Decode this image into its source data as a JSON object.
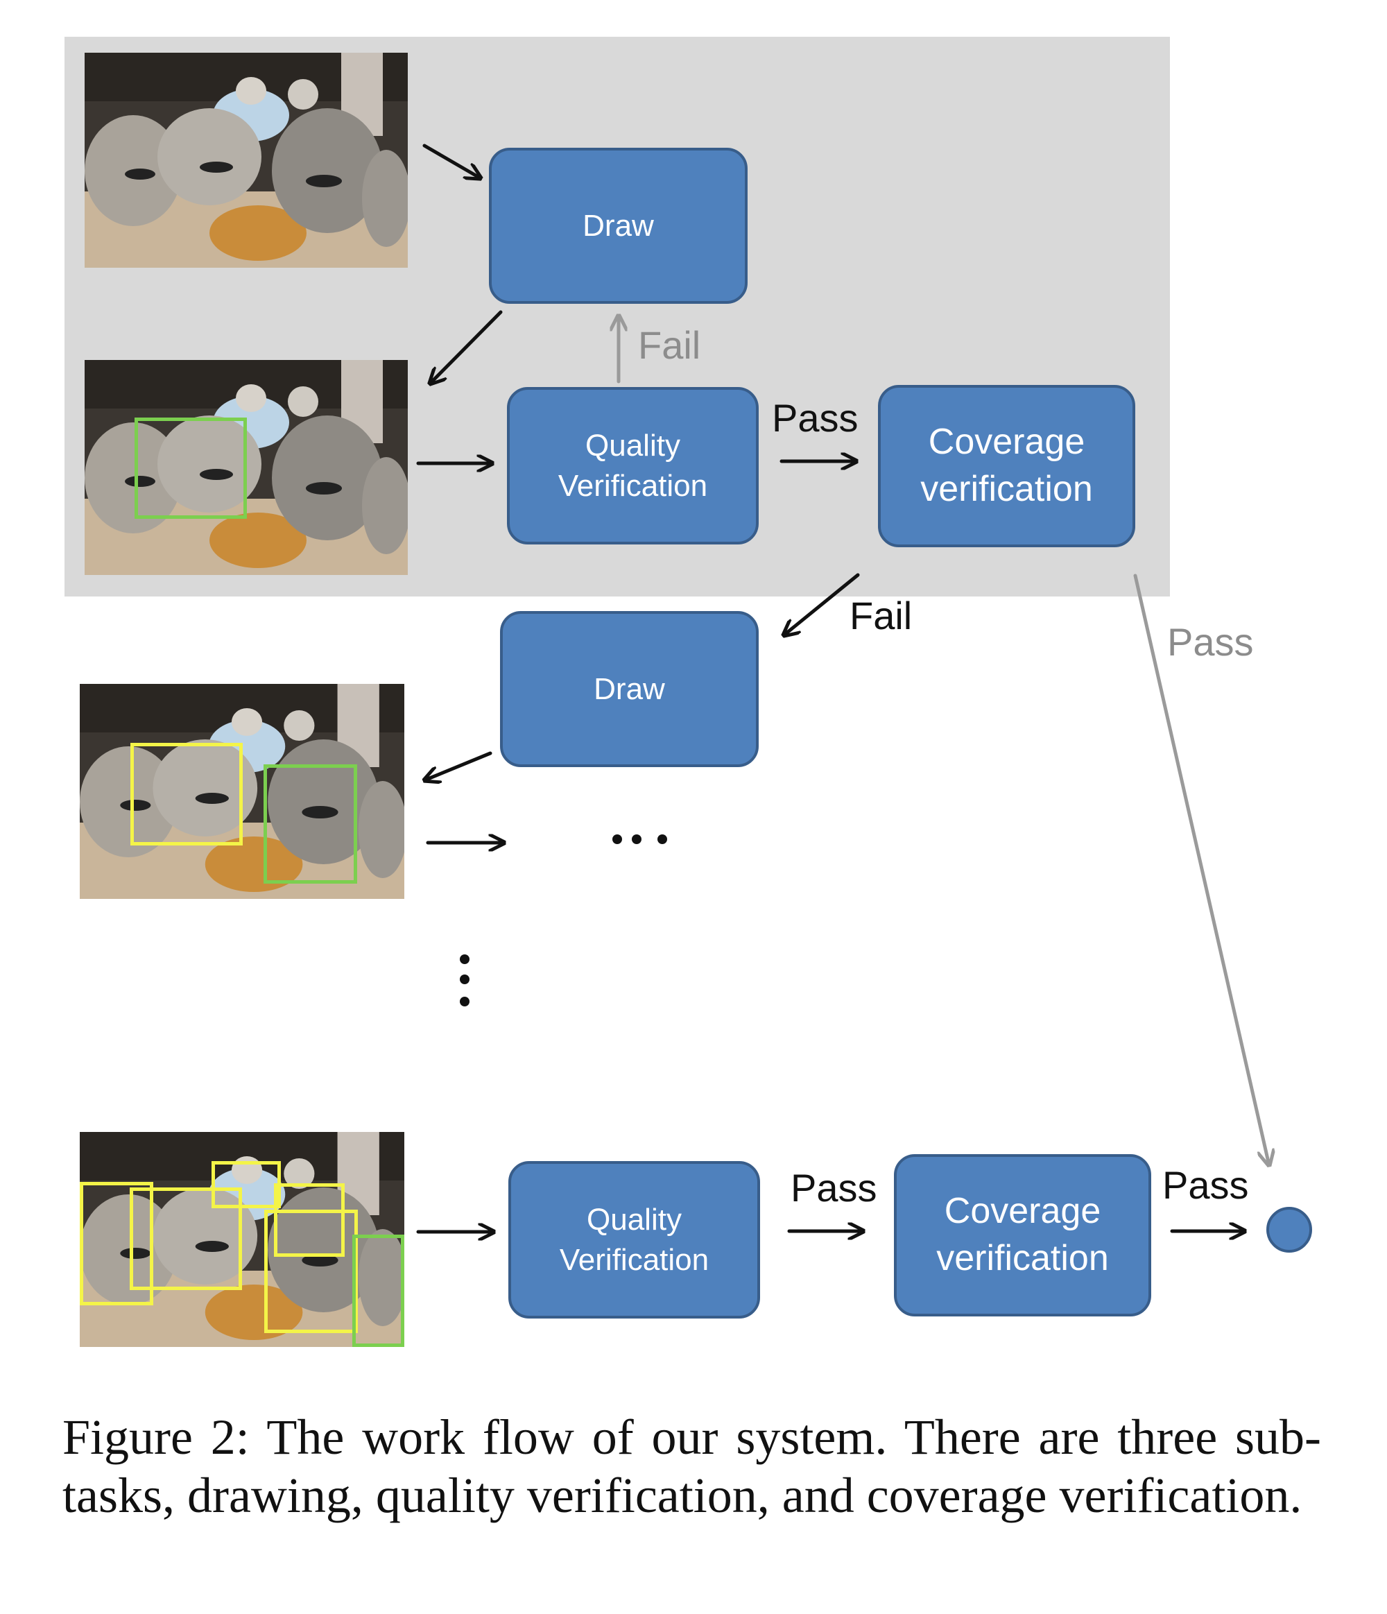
{
  "diagram": {
    "boxes": {
      "draw_top": "Draw",
      "quality_top": [
        "Quality",
        "Verification"
      ],
      "coverage_top": [
        "Coverage",
        "verification"
      ],
      "draw_mid": "Draw",
      "quality_bottom": [
        "Quality",
        "Verification"
      ],
      "coverage_bottom": [
        "Coverage",
        "verification"
      ]
    },
    "labels": {
      "fail_gray": "Fail",
      "pass_top": "Pass",
      "fail_black": "Fail",
      "pass_gray": "Pass",
      "pass_bottom_1": "Pass",
      "pass_bottom_2": "Pass"
    },
    "colors": {
      "panel": "#d9d9d9",
      "box_fill": "#4f81bd",
      "box_border": "#385d8a",
      "bbox_yellow": "#f4f448",
      "bbox_green": "#7ccf4f",
      "arrow_black": "#111111",
      "arrow_gray": "#9a9a9a"
    }
  },
  "caption": "Figure 2: The work flow of our system. There are three sub-tasks, drawing, quality verification, and coverage verification."
}
